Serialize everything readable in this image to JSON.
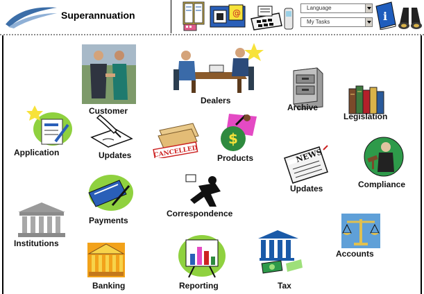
{
  "header": {
    "title": "Superannuation",
    "language_select": "Language",
    "tasks_select": "My Tasks",
    "icons": [
      "logo-swoosh",
      "books-icon",
      "email-icon",
      "fax-icon",
      "mobile-phone-icon",
      "help-book-icon",
      "binoculars-icon"
    ]
  },
  "modules": {
    "customer": "Customer",
    "dealers": "Dealers",
    "archive": "Archive",
    "legislation": "Legislation",
    "application": "Application",
    "updates_customer": "Updates",
    "products": "Products",
    "updates_news": "Updates",
    "compliance": "Compliance",
    "payments": "Payments",
    "correspondence": "Correspondence",
    "institutions": "Institutions",
    "accounts": "Accounts",
    "banking": "Banking",
    "reporting": "Reporting",
    "tax": "Tax"
  },
  "stamp_text": "CANCELLED",
  "news_text": "NEWS",
  "colors": {
    "frame": "#000000",
    "divider": "#8c8c8c",
    "accent_green": "#8fd13f",
    "accent_blue": "#1a5aa8"
  }
}
